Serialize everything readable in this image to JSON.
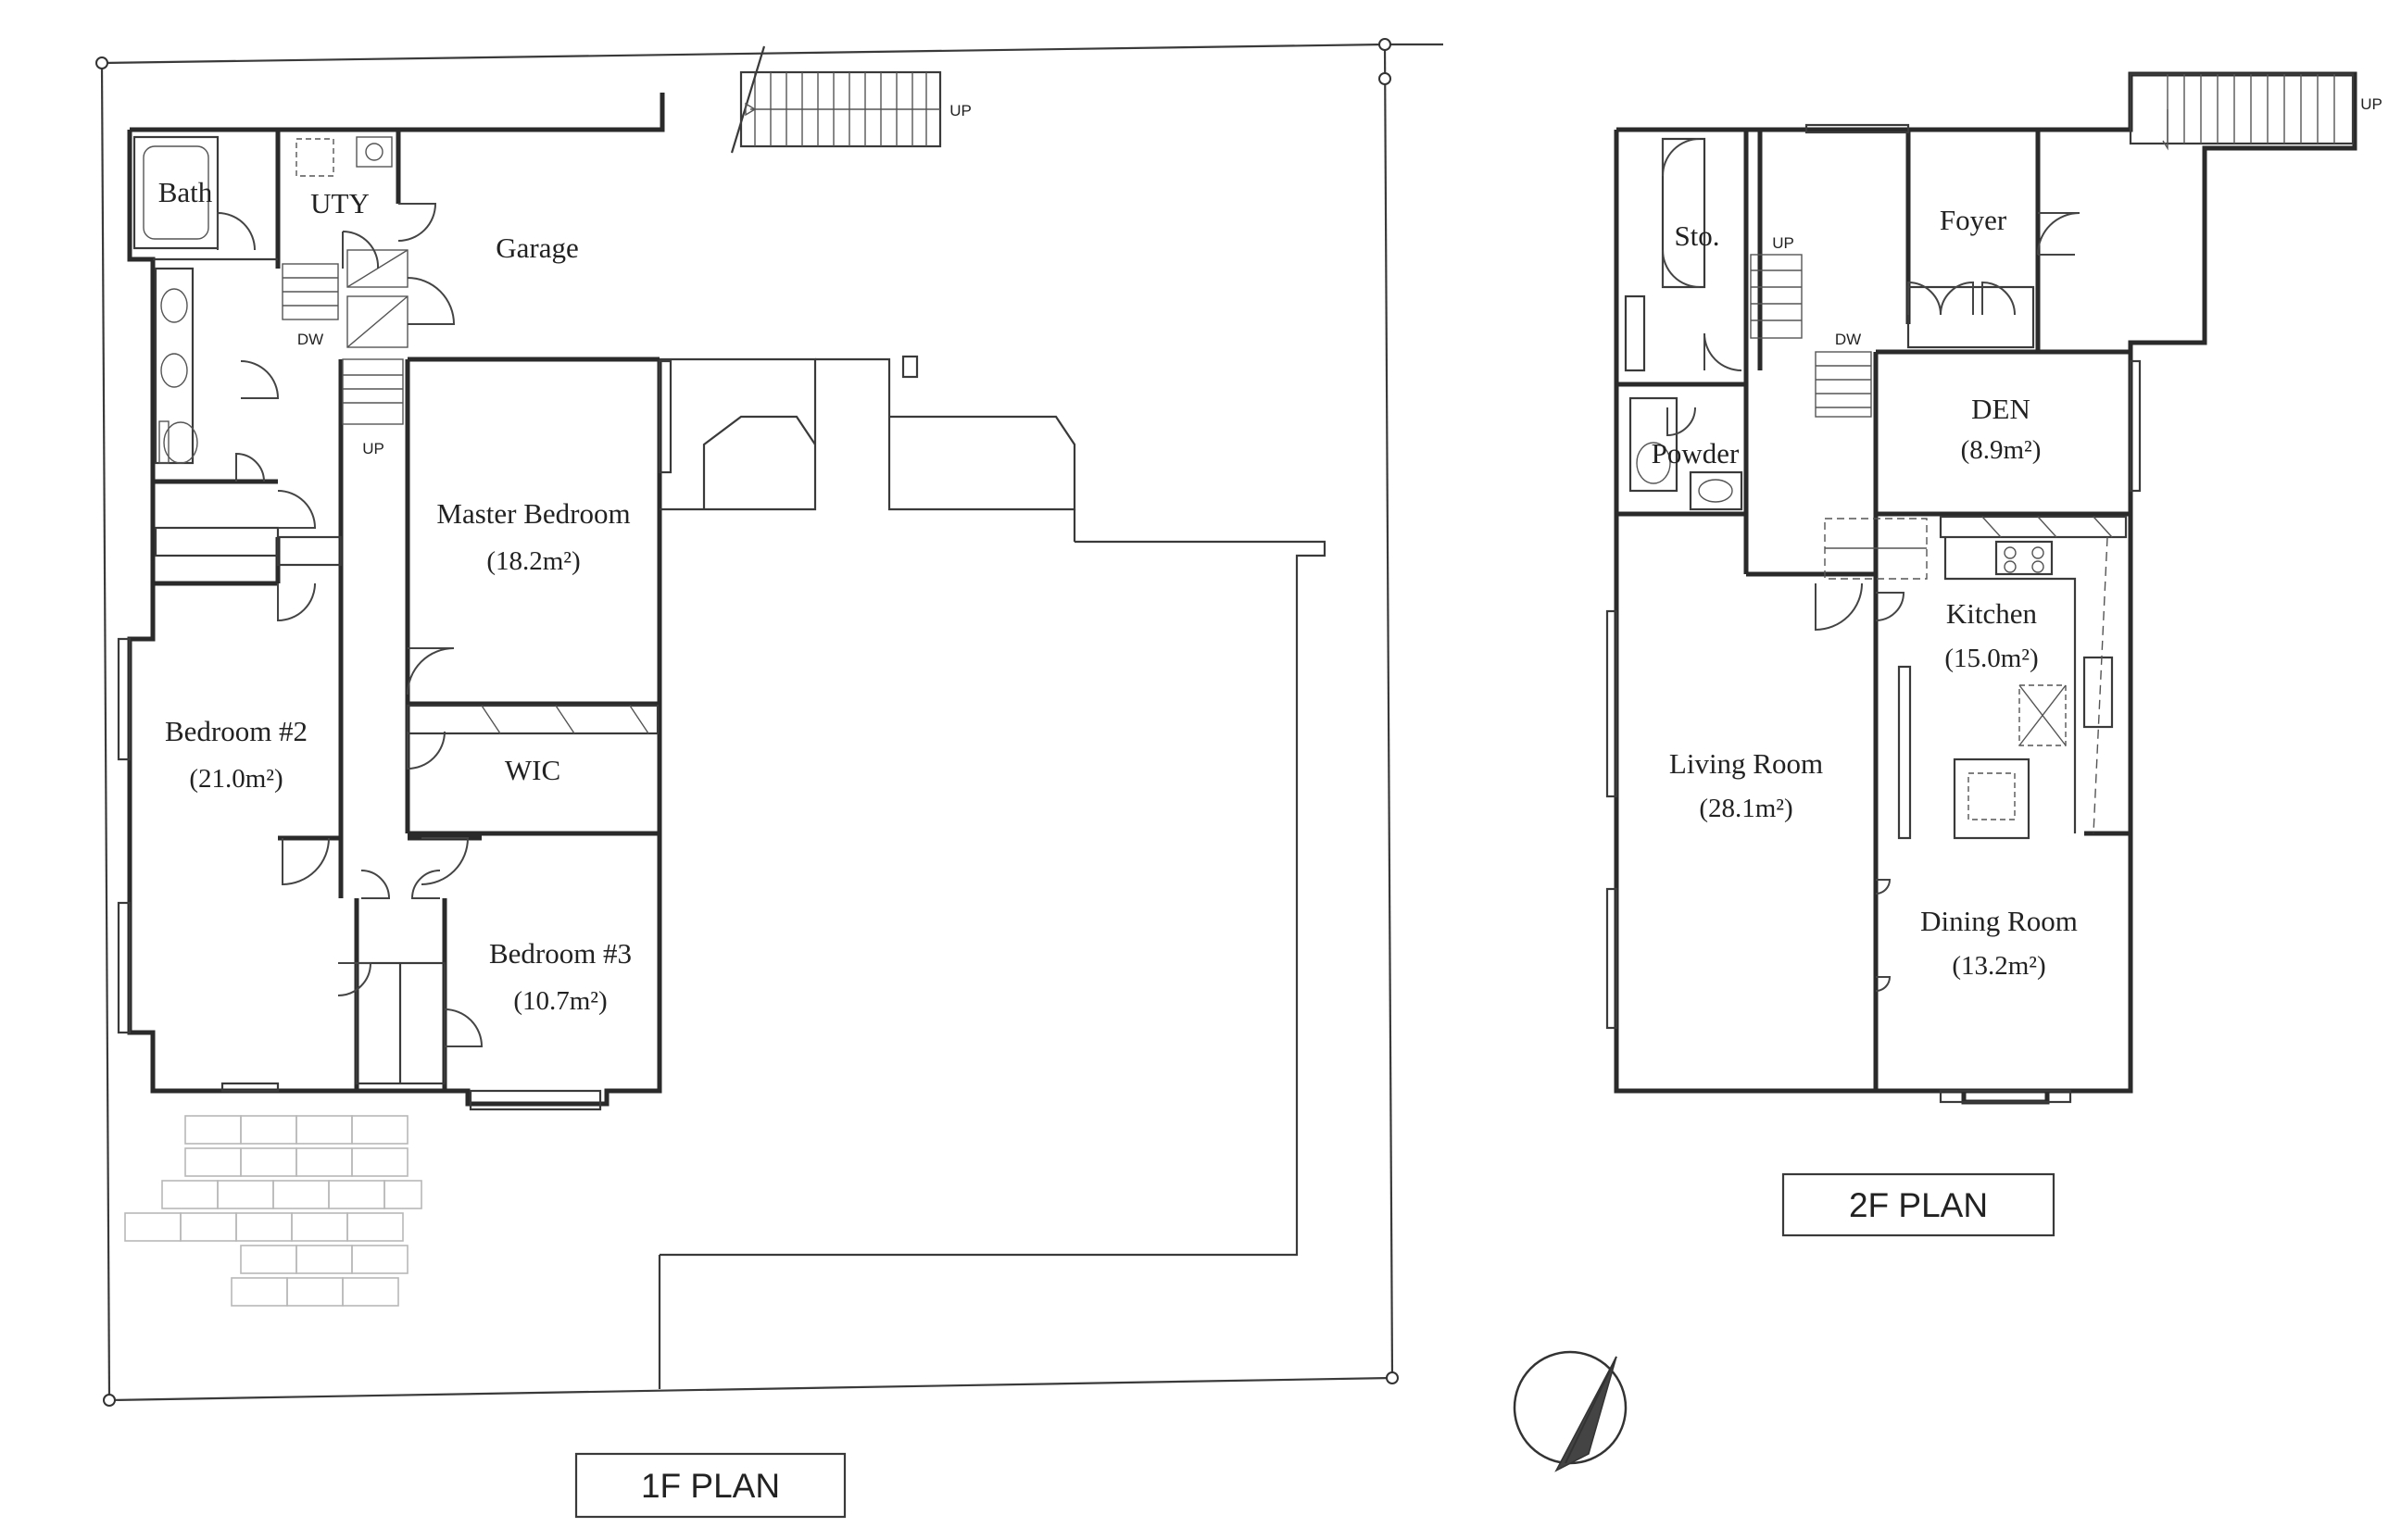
{
  "first_floor": {
    "title": "1F PLAN",
    "rooms": {
      "bath": "Bath",
      "uty": "UTY",
      "garage": "Garage",
      "master": {
        "name": "Master Bedroom",
        "area": "(18.2m²)"
      },
      "bedroom2": {
        "name": "Bedroom #2",
        "area": "(21.0m²)"
      },
      "wic": "WIC",
      "bedroom3": {
        "name": "Bedroom #3",
        "area": "(10.7m²)"
      }
    },
    "stair_labels": {
      "dw": "DW",
      "up_hall": "UP",
      "up_exterior": "UP"
    }
  },
  "second_floor": {
    "title": "2F PLAN",
    "rooms": {
      "storage": "Sto.",
      "foyer": "Foyer",
      "den": {
        "name": "DEN",
        "area": "(8.9m²)"
      },
      "powder": "Powder",
      "kitchen": {
        "name": "Kitchen",
        "area": "(15.0m²)"
      },
      "living": {
        "name": "Living Room",
        "area": "(28.1m²)"
      },
      "dining": {
        "name": "Dining Room",
        "area": "(13.2m²)"
      }
    },
    "stair_labels": {
      "up_hall": "UP",
      "dw": "DW",
      "up_exterior": "UP"
    }
  },
  "north_arrow": {
    "icon": "north-arrow-icon"
  }
}
